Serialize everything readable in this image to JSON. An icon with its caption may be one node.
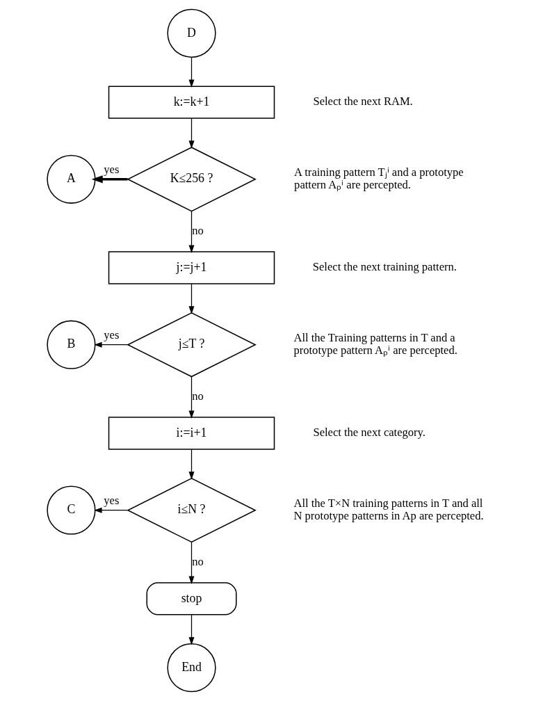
{
  "diagram": {
    "nodes": [
      {
        "text": [
          "D"
        ]
      },
      {
        "text": [
          "k:=k+1"
        ],
        "beside": [
          "Select the next RAM."
        ]
      },
      {
        "text": [
          "K≤256 ?"
        ],
        "beside": [
          "A training pattern Tⱼⁱ and a prototype pattern Aₚⁱ are percepted."
        ]
      },
      {
        "text": [
          "A"
        ]
      },
      {
        "text": [
          "j:=j+1"
        ],
        "beside": [
          "Select the next training pattern."
        ]
      },
      {
        "text": [
          "j≤T ?"
        ],
        "beside": [
          "All the Training patterns in T and a prototype pattern Aₚⁱ are percepted."
        ]
      },
      {
        "text": [
          "B"
        ]
      },
      {
        "text": [
          "i:=i+1"
        ],
        "beside": [
          "Select the next category."
        ]
      },
      {
        "text": [
          "i≤N ?"
        ],
        "beside": [
          "All the T×N training patterns in T and all N prototype patterns in Ap are percepted."
        ]
      },
      {
        "text": [
          "C"
        ]
      },
      {
        "text": [
          "stop"
        ]
      },
      {
        "text": [
          "End"
        ]
      }
    ],
    "edges": [
      {
        "from": 0,
        "to": 1,
        "arrow": "to"
      },
      {
        "from": 1,
        "to": 2,
        "arrow": "to"
      },
      {
        "from": 2,
        "to": 3,
        "arrow": "to",
        "label": "yes",
        "style": "thick"
      },
      {
        "from": 2,
        "to": 4,
        "arrow": "to",
        "label": "no"
      },
      {
        "from": 4,
        "to": 5,
        "arrow": "to"
      },
      {
        "from": 5,
        "to": 6,
        "arrow": "to",
        "label": "yes"
      },
      {
        "from": 5,
        "to": 7,
        "arrow": "to",
        "label": "no"
      },
      {
        "from": 7,
        "to": 8,
        "arrow": "to"
      },
      {
        "from": 8,
        "to": 9,
        "arrow": "to",
        "label": "yes"
      },
      {
        "from": 8,
        "to": 10,
        "arrow": "to",
        "label": "no"
      },
      {
        "from": 10,
        "to": 11,
        "arrow": "to"
      }
    ]
  }
}
